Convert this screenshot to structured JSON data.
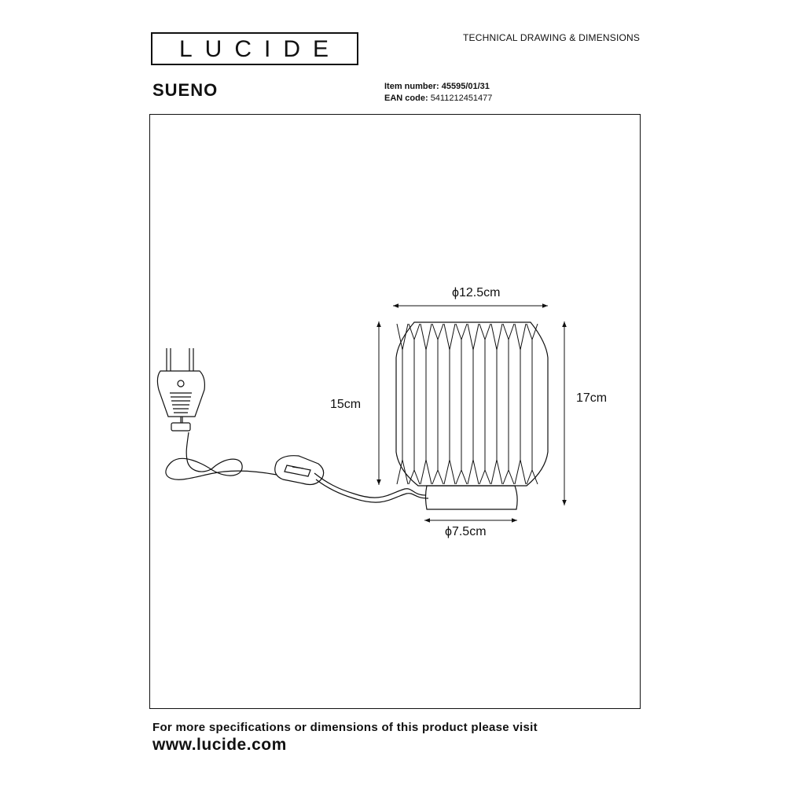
{
  "header": {
    "logo": "LUCIDE",
    "doc_title": "TECHNICAL DRAWING & DIMENSIONS"
  },
  "product": {
    "name": "SUENO",
    "item_label": "Item number:",
    "item_number": "45595/01/31",
    "ean_label": "EAN code:",
    "ean_code": "5411212451477"
  },
  "dimensions": {
    "top_diameter": "ϕ12.5cm",
    "shade_height": "15cm",
    "total_height": "17cm",
    "base_diameter": "ϕ7.5cm"
  },
  "footer": {
    "line1": "For more specifications or dimensions of this product please visit",
    "line2": "www.lucide.com"
  }
}
